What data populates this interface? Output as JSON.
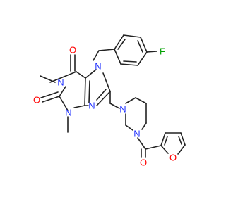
{
  "structure": {
    "colors": {
      "bond": "#222222",
      "nitrogen": "#2233ff",
      "oxygen": "#ff0000",
      "fluorine": "#00a000",
      "carbon": "#222222"
    },
    "atoms": {
      "N1": "N",
      "N3": "N",
      "N7": "N",
      "N9": "N",
      "NP1": "N",
      "NP4": "N",
      "O6": "O",
      "O2": "O",
      "O_carbonyl": "O",
      "O_furan": "O",
      "F": "F"
    }
  }
}
